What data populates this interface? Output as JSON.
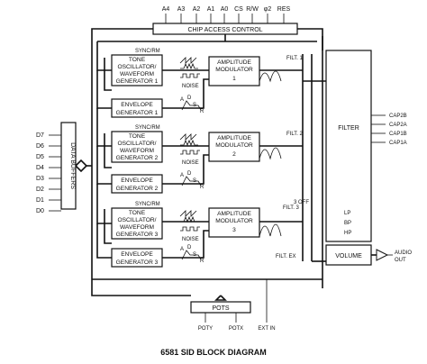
{
  "title": "6581 SID BLOCK DIAGRAM",
  "chip_pins": [
    "A4",
    "A3",
    "A2",
    "A1",
    "A0",
    "CS",
    "R/W",
    "φ2",
    "RES"
  ],
  "chip_access_control": "CHIP ACCESS CONTROL",
  "data_buffers": "DATA BUFFERS",
  "data_pins": [
    "D7",
    "D6",
    "D5",
    "D4",
    "D3",
    "D2",
    "D1",
    "D0"
  ],
  "voices": [
    {
      "sync": "SYNC/RM",
      "tone": [
        "TONE",
        "OSCILLATOR/",
        "WAVEFORM",
        "GENERATOR 1"
      ],
      "noise": "NOISE",
      "amp": [
        "AMPLITUDE",
        "MODULATOR",
        "1"
      ],
      "env": [
        "ENVELOPE",
        "GENERATOR 1"
      ],
      "filt": "FILT. 1"
    },
    {
      "sync": "SYNC/RM",
      "tone": [
        "TONE",
        "OSCILLATOR/",
        "WAVEFORM",
        "GENERATOR 2"
      ],
      "noise": "NOISE",
      "amp": [
        "AMPLITUDE",
        "MODULATOR",
        "2"
      ],
      "env": [
        "ENVELOPE",
        "GENERATOR 2"
      ],
      "filt": "FILT. 2"
    },
    {
      "sync": "SYNC/RM",
      "tone": [
        "TONE",
        "OSCILLATOR/",
        "WAVEFORM",
        "GENERATOR 3"
      ],
      "noise": "NOISE",
      "amp": [
        "AMPLITUDE",
        "MODULATOR",
        "3"
      ],
      "env": [
        "ENVELOPE",
        "GENERATOR 3"
      ],
      "filt": "FILT. 3"
    }
  ],
  "adsr": [
    "A",
    "D",
    "S",
    "R"
  ],
  "off3": "3 OFF",
  "filt_ex": "FILT. EX",
  "filter": "FILTER",
  "filter_outputs": [
    "LP",
    "BP",
    "HP"
  ],
  "caps": [
    "CAP2B",
    "CAP2A",
    "CAP1B",
    "CAP1A"
  ],
  "volume": "VOLUME",
  "audio_out": [
    "AUDIO",
    "OUT"
  ],
  "pots": "POTS",
  "poty": "POTY",
  "potx": "POTX",
  "ext_in": "EXT IN"
}
